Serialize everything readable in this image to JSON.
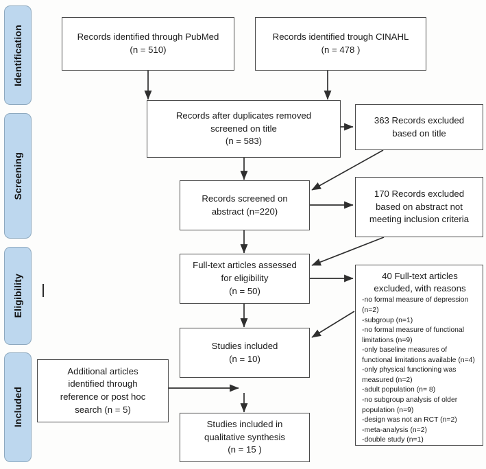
{
  "diagram": {
    "title": "PRISMA study selection flow diagram",
    "type": "flowchart",
    "box_border_color": "#4a4a4a",
    "pill_fill_color": "#bdd7ee",
    "pill_border_color": "#8ea9bf",
    "background_color": "#fdfdfc"
  },
  "stages": [
    {
      "label": "Identification"
    },
    {
      "label": "Screening"
    },
    {
      "label": "Eligibility"
    },
    {
      "label": "Included"
    }
  ],
  "nodes": {
    "pubmed": {
      "line1": "Records identified through PubMed",
      "line2": "(n = 510)"
    },
    "cinahl": {
      "line1": "Records identified trough CINAHL",
      "line2": "(n = 478 )"
    },
    "duplicates_removed": {
      "line1": "Records after duplicates removed",
      "line2": "screened on title",
      "line3": "(n = 583)"
    },
    "excluded_title": {
      "line1": "363 Records excluded",
      "line2": "based on title"
    },
    "screened_abstract": {
      "line1": "Records screened on",
      "line2": "abstract (n=220)"
    },
    "excluded_abstract": {
      "line1": "170 Records excluded",
      "line2": "based on abstract not",
      "line3": "meeting inclusion criteria"
    },
    "fulltext_assessed": {
      "line1": "Full-text articles assessed",
      "line2": "for eligibility",
      "line3": "(n = 50)"
    },
    "fulltext_excluded": {
      "headline1": "40 Full-text articles",
      "headline2": "excluded, with reasons",
      "reasons": [
        "-no formal measure of depression",
        "(n=2)",
        "-subgroup (n=1)",
        "-no formal measure of functional",
        "limitations (n=9)",
        "-only baseline measures of",
        "functional limitations available (n=4)",
        "-only physical functioning was",
        "measured (n=2)",
        "-adult population (n= 8)",
        "-no subgroup analysis of older",
        "population (n=9)",
        "-design was not an RCT (n=2)",
        "-meta-analysis (n=2)",
        "-double study (n=1)"
      ]
    },
    "studies_included": {
      "line1": "Studies included",
      "line2": "(n = 10)"
    },
    "additional_articles": {
      "line1": "Additional articles",
      "line2": "identified through",
      "line3": "reference or post hoc",
      "line4": "search (n = 5)"
    },
    "qualitative_synthesis": {
      "line1": "Studies included in",
      "line2": "qualitative synthesis",
      "line3": "(n = 15 )"
    }
  }
}
